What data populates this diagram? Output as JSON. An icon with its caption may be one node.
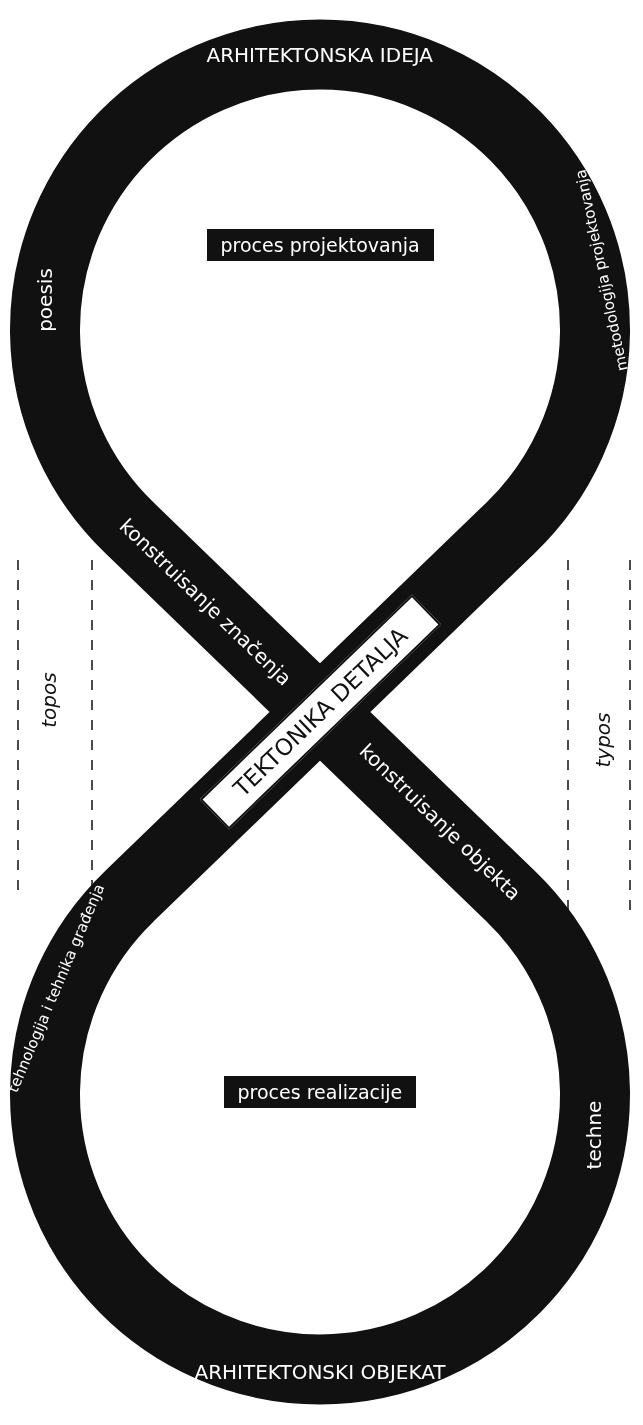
{
  "diagram": {
    "nodes": [
      {
        "text": [
          "proces projektovanja"
        ]
      },
      {
        "text": [
          "TEKTONIKA DETALJA"
        ]
      },
      {
        "text": [
          "proces realizacije"
        ]
      }
    ],
    "labels": [
      "ARHITEKTONSKA IDEJA",
      "poesis",
      "metodologija projektovanja",
      "konstruisanje značenja",
      "topos",
      "typos",
      "konstruisanje objekta",
      "tehnologija i tehnika građenja",
      "techne",
      "ARHITEKTONSKI OBJEKAT"
    ]
  }
}
